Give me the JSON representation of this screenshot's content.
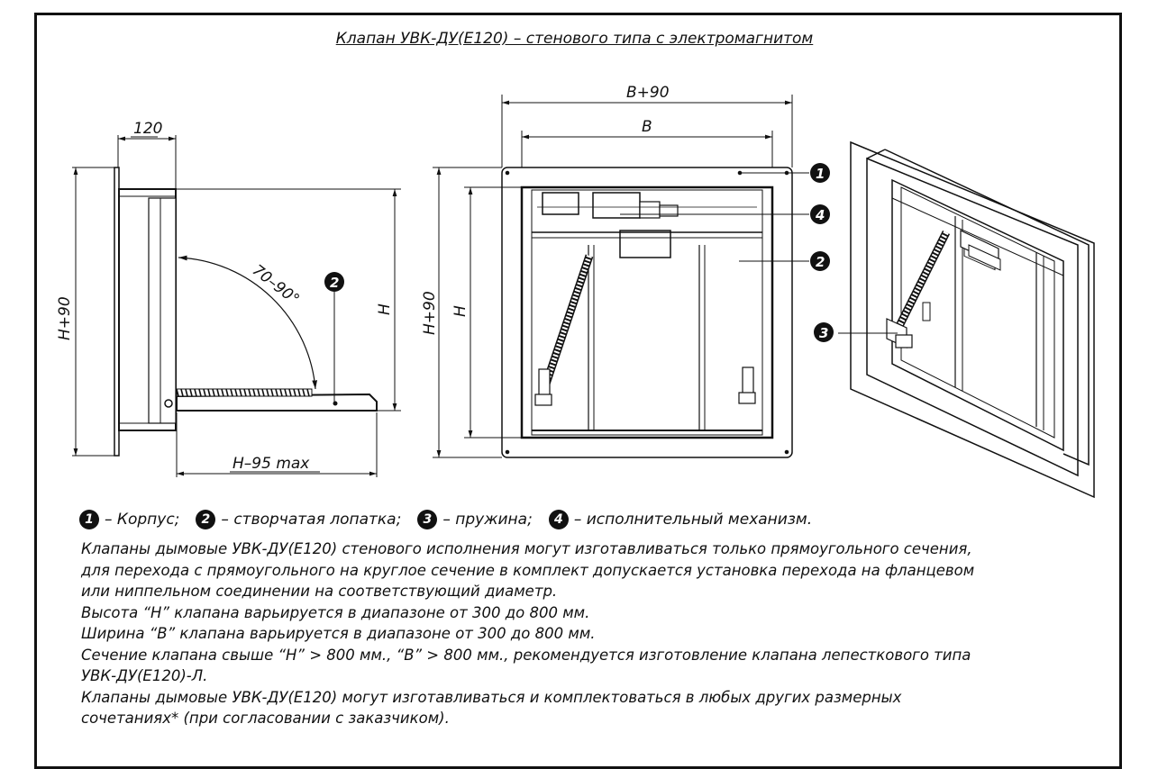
{
  "title": "Клапан УВК-ДУ(Е120) – стенового типа с электромагнитом",
  "dimensions": {
    "side_width": "120",
    "side_height": "H+90",
    "angle": "70–90°",
    "front_h": "H",
    "blade_len": "H–95 max",
    "front_width_outer": "B+90",
    "front_width_inner": "B",
    "front_height_outer": "H+90",
    "front_height_inner": "H"
  },
  "callouts": [
    "1",
    "2",
    "3",
    "4"
  ],
  "legend": [
    {
      "num": "1",
      "text": "– Корпус;"
    },
    {
      "num": "2",
      "text": "– створчатая лопатка;"
    },
    {
      "num": "3",
      "text": "– пружина;"
    },
    {
      "num": "4",
      "text": "– исполнительный механизм."
    }
  ],
  "notes": [
    "Клапаны дымовые УВК-ДУ(Е120) стенового исполнения могут изготавливаться только прямоугольного сечения,",
    "для перехода с прямоугольного на круглое сечение в комплект допускается установка перехода на фланцевом",
    "или ниппельном соединении на соответствующий диаметр.",
    "Высота “Н” клапана варьируется в диапазоне от 300 до 800 мм.",
    "Ширина “В” клапана варьируется в диапазоне от 300 до 800 мм.",
    "Сечение клапана свыше “Н” > 800 мм., “В” > 800 мм., рекомендуется изготовление клапана лепесткового типа",
    "УВК-ДУ(Е120)-Л.",
    "Клапаны дымовые УВК-ДУ(Е120) могут изготавливаться и комплектоваться в любых других размерных",
    "сочетаниях* (при согласовании с заказчиком)."
  ]
}
